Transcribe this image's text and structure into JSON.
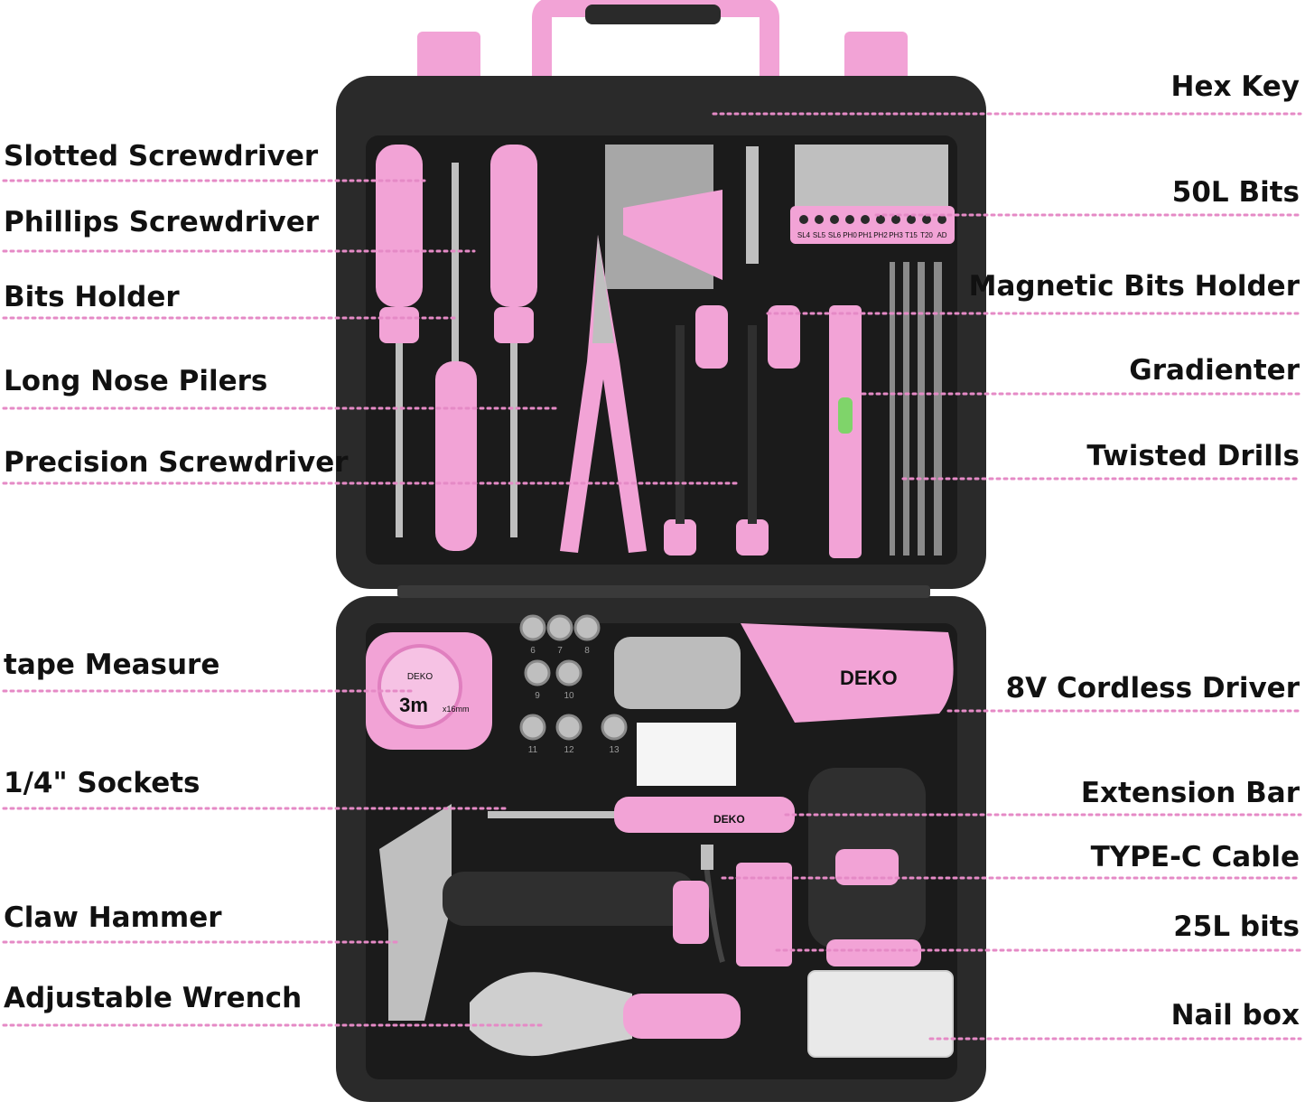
{
  "colors": {
    "pink": "#f2a3d6",
    "pink_dark": "#e07fbf",
    "case": "#2a2a2a",
    "case_inner": "#1b1b1b",
    "leader": "#e58ac6",
    "text": "#111111"
  },
  "brand": "DEKO",
  "left_labels": [
    "Slotted Screwdriver",
    "Phillips Screwdriver",
    "Bits Holder",
    "Long Nose Pilers",
    "Precision Screwdriver",
    "tape Measure",
    "1/4\" Sockets",
    "Claw Hammer",
    "Adjustable Wrench"
  ],
  "right_labels": [
    "Hex Key",
    "50L Bits",
    "Magnetic Bits Holder",
    "Gradienter",
    "Twisted Drills",
    "8V Cordless Driver",
    "Extension Bar",
    "TYPE-C Cable",
    "25L bits",
    "Nail box"
  ],
  "bit_labels": [
    "SL4",
    "SL5",
    "SL6",
    "PH0",
    "PH1",
    "PH2",
    "PH3",
    "T15",
    "T20",
    "AD"
  ],
  "socket_sizes": [
    "6",
    "7",
    "8",
    "9",
    "10",
    "11",
    "12",
    "13"
  ],
  "tape_length": "3m",
  "tape_sub": "x16mm"
}
